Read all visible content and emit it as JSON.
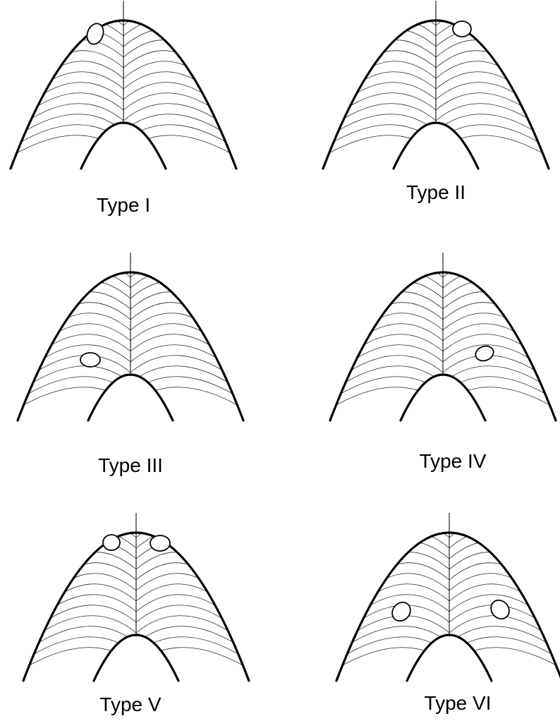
{
  "panels": [
    {
      "label": "Type I",
      "openings": "single, upper left"
    },
    {
      "label": "Type II",
      "openings": "single, upper right"
    },
    {
      "label": "Type III",
      "openings": "single, lower left"
    },
    {
      "label": "Type IV",
      "openings": "single, lower right"
    },
    {
      "label": "Type V",
      "openings": "paired, upper"
    },
    {
      "label": "Type VI",
      "openings": "paired, lower"
    }
  ]
}
